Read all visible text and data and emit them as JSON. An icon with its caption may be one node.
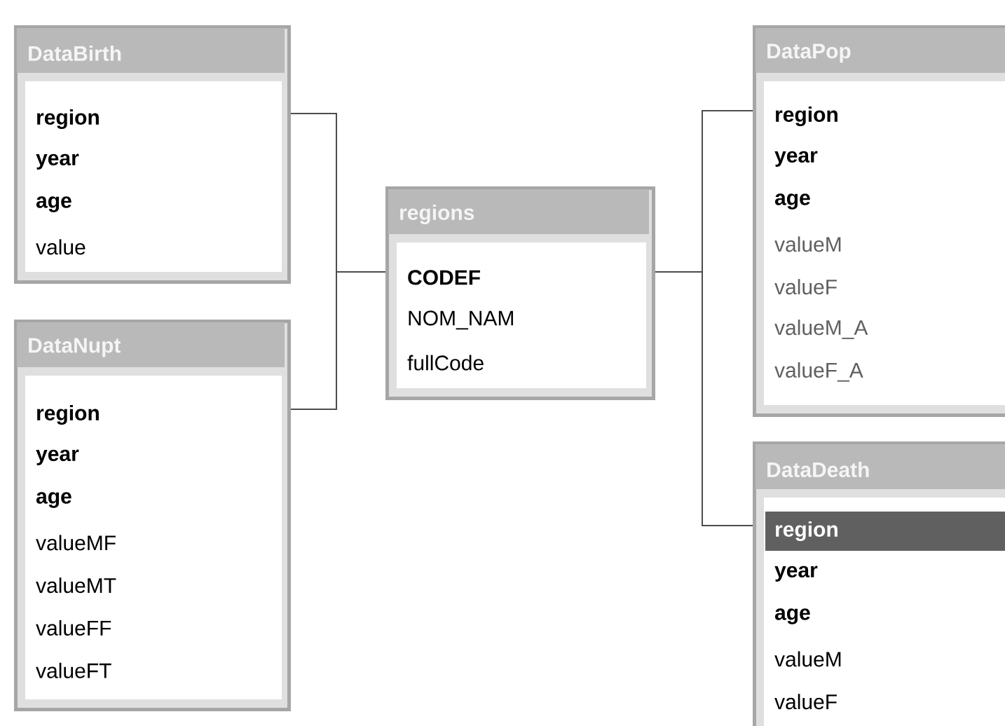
{
  "diagram": {
    "nodes": [
      {
        "text": [
          "DataBirth",
          "**region**",
          "**year**",
          "**age**",
          "value"
        ]
      },
      {
        "text": [
          "DataNupt",
          "**region**",
          "**year**",
          "**age**",
          "valueMF",
          "valueMT",
          "valueFF",
          "valueFT"
        ]
      },
      {
        "text": [
          "regions",
          "**CODEF**",
          "NOM_NAM",
          "fullCode"
        ]
      },
      {
        "text": [
          "DataPop",
          "**region**",
          "**year**",
          "**age**",
          "valueM",
          "valueF",
          "valueM_A",
          "valueF_A"
        ]
      },
      {
        "text": [
          "DataDeath",
          "**region**",
          "**year**",
          "**age**",
          "valueM",
          "valueF"
        ]
      }
    ],
    "edges": [
      {
        "from": 2,
        "to": 0,
        "arrow": "none"
      },
      {
        "from": 2,
        "to": 1,
        "arrow": "none"
      },
      {
        "from": 2,
        "to": 3,
        "arrow": "none"
      },
      {
        "from": 2,
        "to": 4,
        "arrow": "none"
      }
    ]
  }
}
